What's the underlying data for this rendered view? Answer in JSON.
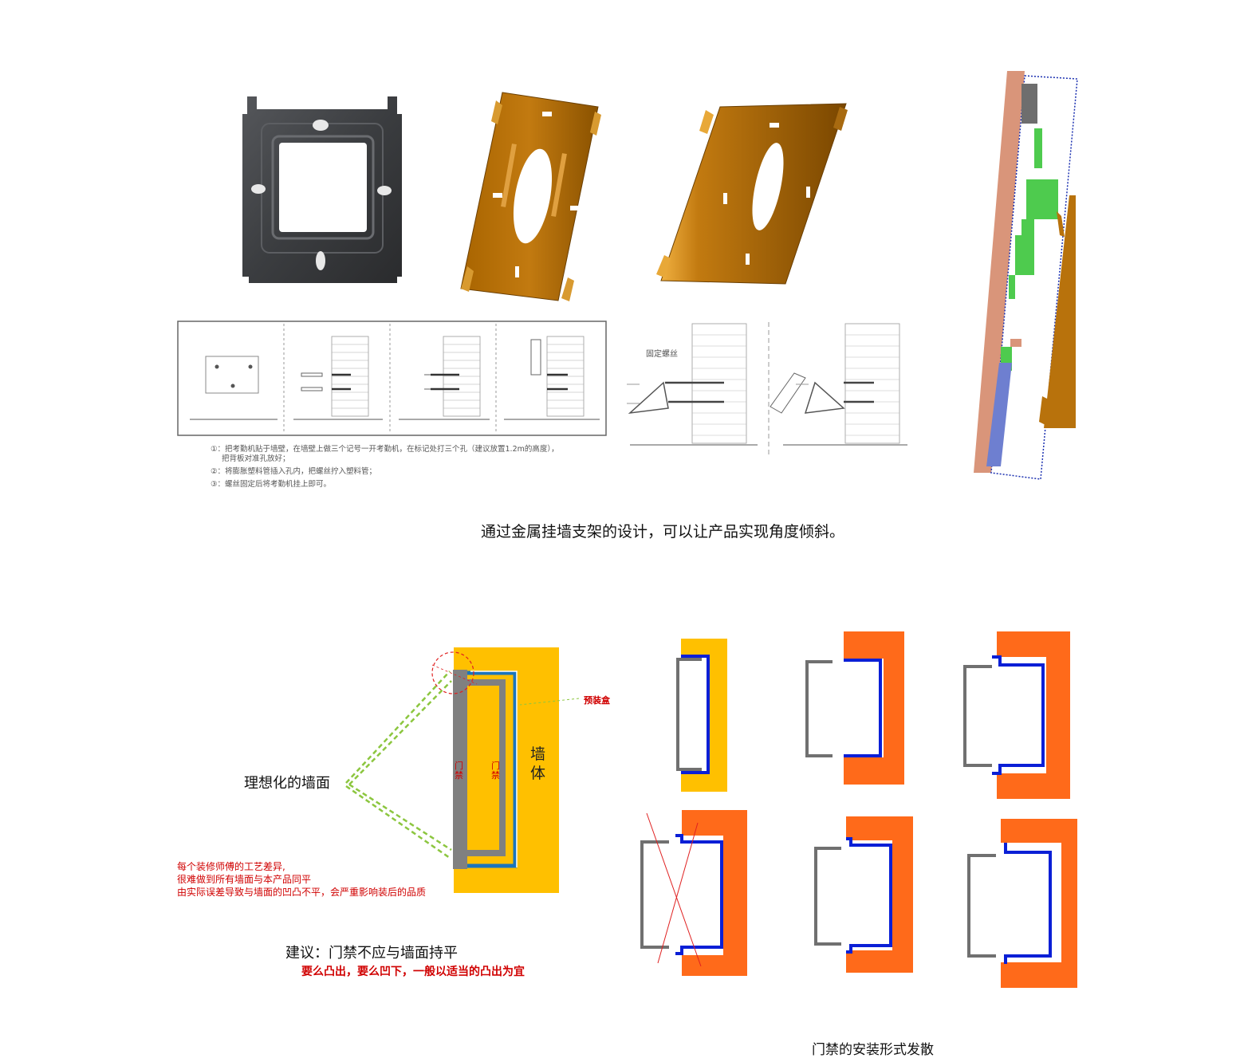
{
  "top_caption": "通过金属挂墙支架的设计，可以让产品实现角度倾斜。",
  "steps": {
    "step1": "①：把考勤机贴于墙壁，在墙壁上做三个记号一开考勤机，在标记处打三个孔（建议放置1.2m的高度），",
    "step1b": "把背板对准孔放好；",
    "step2": "②：将膨胀塑料管插入孔内，把螺丝拧入塑料管；",
    "step3": "③：螺丝固定后将考勤机挂上即可。"
  },
  "screw_label": "固定螺丝",
  "left_diagram": {
    "ideal_wall": "理想化的墙面",
    "pre_box": "预装盒",
    "wall_body": "墙体",
    "door1": "门禁",
    "door2": "门禁",
    "warn1": "每个装修师傅的工艺差异,",
    "warn2": "很难做到所有墙面与本产品同平",
    "warn3": "由实际误差导致与墙面的凹凸不平，会严重影响装后的品质",
    "suggest": "建议：门禁不应与墙面持平",
    "suggest2": "要么凸出，要么凹下，一般以适当的凸出为宜"
  },
  "bottom_caption": "门禁的安装形式发散",
  "colors": {
    "bracket_gold": "#b8720c",
    "wall_orange": "#ff6a1a",
    "wall_yellow": "#ffc000",
    "blue_line": "#0a1fd6",
    "gray_line": "#707070",
    "warn_red": "#d00000",
    "arrow_green": "#8cc63f"
  }
}
